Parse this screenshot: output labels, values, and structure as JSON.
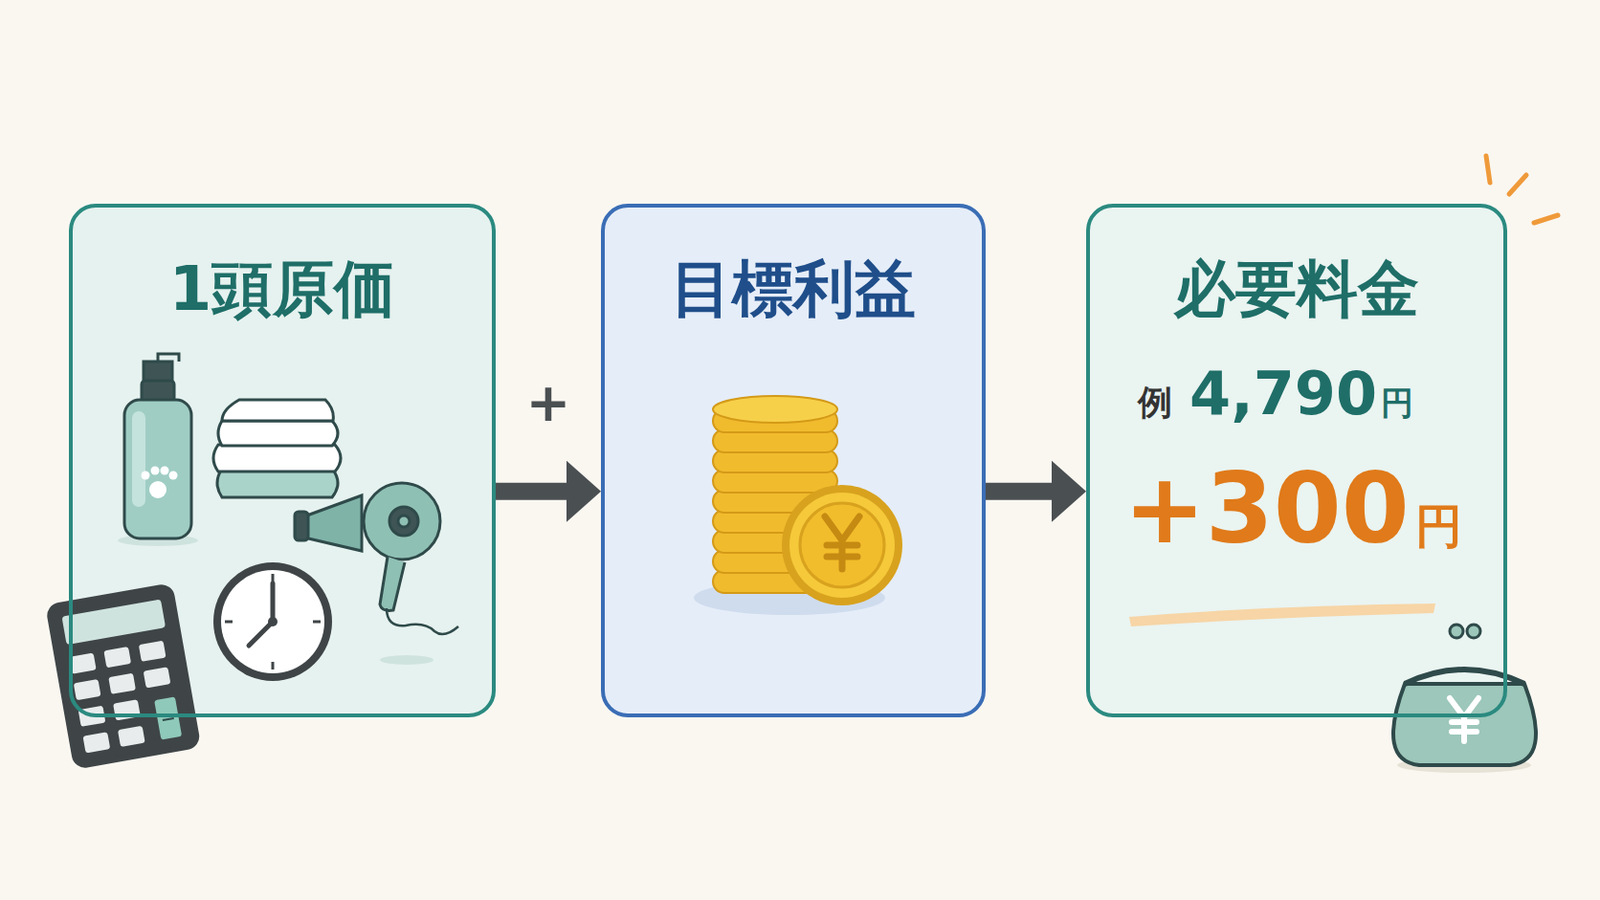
{
  "diagram": {
    "nodes": [
      {
        "text": [
          "1頭原価"
        ]
      },
      {
        "text": [
          "目標利益"
        ]
      },
      {
        "text": [
          "必要料金",
          "例",
          "4,790",
          "円",
          "+300",
          "円"
        ]
      }
    ],
    "edges": [
      {
        "from": 0,
        "to": 1,
        "arrow": "to",
        "label": "+"
      },
      {
        "from": 1,
        "to": 2,
        "arrow": "to"
      }
    ]
  }
}
